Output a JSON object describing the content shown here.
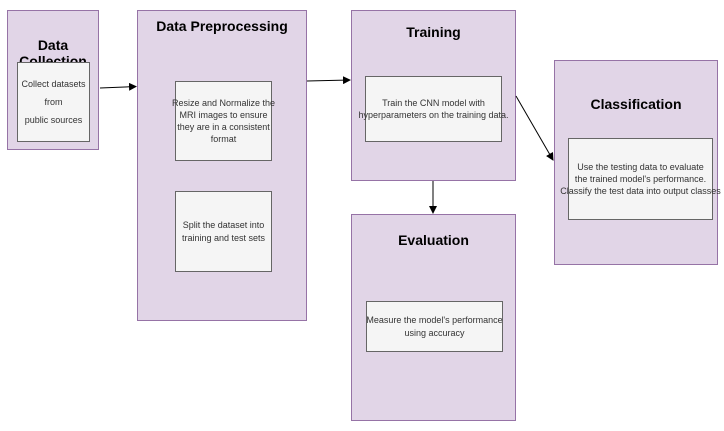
{
  "stages": {
    "data_collection": {
      "title": "Data Collection",
      "step": [
        "Collect datasets",
        "from",
        "public sources"
      ]
    },
    "data_preprocessing": {
      "title": "Data Preprocessing",
      "step_resize": [
        "Resize and Normalize the",
        "MRI images to ensure",
        "they are in a consistent",
        "format"
      ],
      "step_split": [
        "Split the dataset into",
        "training and test sets"
      ]
    },
    "training": {
      "title": "Training",
      "step": [
        "Train the CNN model with",
        "hyperparameters on the training data."
      ]
    },
    "evaluation": {
      "title": "Evaluation",
      "step": [
        "Measure the model's performance",
        "using accuracy"
      ]
    },
    "classification": {
      "title": "Classification",
      "step": [
        "Use the testing data to evaluate",
        "the trained model's performance.",
        "Classify the test data into output classes"
      ]
    }
  },
  "colors": {
    "stage_fill": "#e1d5e7",
    "stage_border": "#9673a6",
    "step_fill": "#f5f5f5",
    "step_border": "#666666",
    "arrow": "#000000"
  }
}
